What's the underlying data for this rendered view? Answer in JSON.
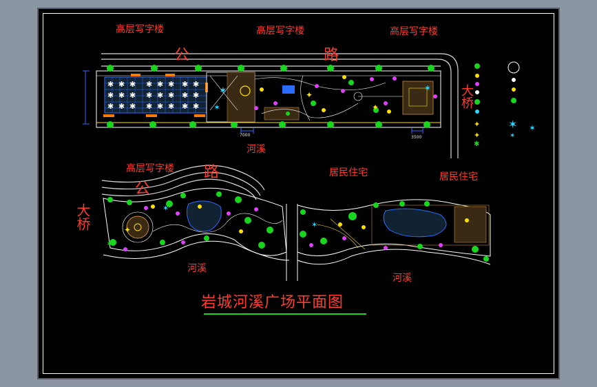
{
  "labels": {
    "office_1": "高层写字楼",
    "office_2": "高层写字楼",
    "office_3": "高层写字楼",
    "office_4": "高层写字楼",
    "residential_1": "居民住宅",
    "residential_2": "居民住宅",
    "river_top": "河溪",
    "river_bottom_left": "河溪",
    "river_bottom_right": "河溪",
    "road_gong": "公",
    "road_lu": "路",
    "road_gong2": "公",
    "road_lu2": "路",
    "bridge_top": "大桥",
    "bridge_bottom": "大桥",
    "dim_1": "7000",
    "dim_2": "3500"
  },
  "title": "岩城河溪广场平面图",
  "colors": {
    "background_outer": "#8c95a2",
    "sheet": "#000000",
    "label_red": "#ff3b2f",
    "plant_green": "#17d61d",
    "paving_blue": "#2a6cff",
    "linework_white": "#ffffff",
    "road_line": "#d9d9d9",
    "accent_yellow": "#ffe100",
    "accent_magenta": "#e040fb",
    "accent_cyan": "#2bd8ff"
  }
}
